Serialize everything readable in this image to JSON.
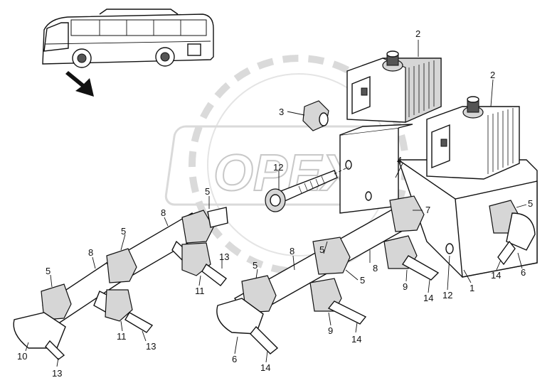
{
  "watermark": {
    "text": "OPEX"
  },
  "callouts": [
    {
      "id": "c1",
      "text": "1"
    },
    {
      "id": "c2a",
      "text": "2"
    },
    {
      "id": "c2b",
      "text": "2"
    },
    {
      "id": "c3",
      "text": "3"
    },
    {
      "id": "c4",
      "text": "4"
    },
    {
      "id": "c5a",
      "text": "5"
    },
    {
      "id": "c5b",
      "text": "5"
    },
    {
      "id": "c5c",
      "text": "5"
    },
    {
      "id": "c5d",
      "text": "5"
    },
    {
      "id": "c5e",
      "text": "5"
    },
    {
      "id": "c5f",
      "text": "5"
    },
    {
      "id": "c5g",
      "text": "5"
    },
    {
      "id": "c6a",
      "text": "6"
    },
    {
      "id": "c6b",
      "text": "6"
    },
    {
      "id": "c7",
      "text": "7"
    },
    {
      "id": "c8a",
      "text": "8"
    },
    {
      "id": "c8b",
      "text": "8"
    },
    {
      "id": "c8c",
      "text": "8"
    },
    {
      "id": "c8d",
      "text": "8"
    },
    {
      "id": "c9a",
      "text": "9"
    },
    {
      "id": "c9b",
      "text": "9"
    },
    {
      "id": "c10",
      "text": "10"
    },
    {
      "id": "c11a",
      "text": "11"
    },
    {
      "id": "c11b",
      "text": "11"
    },
    {
      "id": "c12a",
      "text": "12"
    },
    {
      "id": "c12b",
      "text": "12"
    },
    {
      "id": "c13a",
      "text": "13"
    },
    {
      "id": "c13b",
      "text": "13"
    },
    {
      "id": "c13c",
      "text": "13"
    },
    {
      "id": "c14a",
      "text": "14"
    },
    {
      "id": "c14b",
      "text": "14"
    },
    {
      "id": "c14c",
      "text": "14"
    },
    {
      "id": "c14d",
      "text": "14"
    }
  ]
}
